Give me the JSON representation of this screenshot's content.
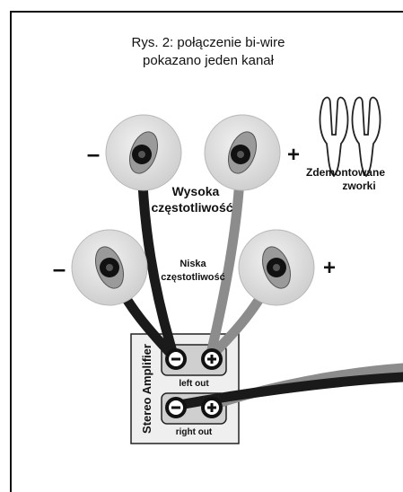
{
  "caption": {
    "line1": "Rys. 2: połączenie bi-wire",
    "line2": "pokazano jeden kanał"
  },
  "labels": {
    "high_freq_line1": "Wysoka",
    "high_freq_line2": "częstotliwość",
    "low_freq_line1": "Niska",
    "low_freq_line2": "częstotliwość",
    "removed_line1": "Zdemontowane",
    "removed_line2": "zworki",
    "minus_sign": "–",
    "plus_sign": "+"
  },
  "amplifier": {
    "name": "Stereo Amplifier",
    "left_out": "left out",
    "right_out": "right out"
  },
  "icons": {
    "terminal_post": "binding-post-icon",
    "jumper": "jumper-link-icon",
    "amp_minus": "minus-icon",
    "amp_plus": "plus-icon"
  },
  "colors": {
    "negative_cable": "#1a1a1a",
    "positive_cable": "#8c8c8c",
    "terminal_disc": "#e3e3e3",
    "frame": "#111111"
  }
}
